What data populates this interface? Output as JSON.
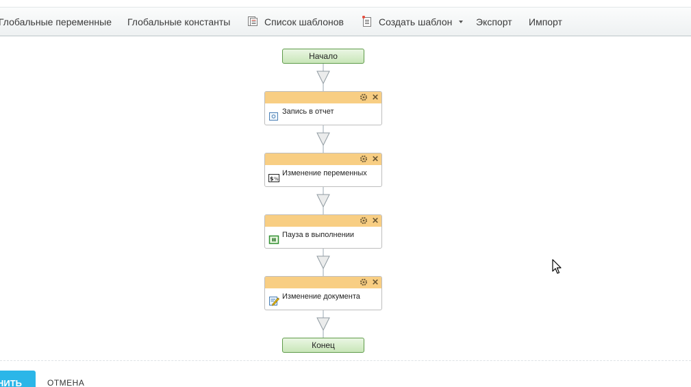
{
  "toolbar": {
    "items": [
      {
        "label": "Глобальные переменные"
      },
      {
        "label": "Глобальные константы"
      },
      {
        "label": "Список шаблонов",
        "icon": "template-list-icon"
      },
      {
        "label": "Создать шаблон",
        "icon": "create-template-icon",
        "dropdown": true
      },
      {
        "label": "Экспорт"
      },
      {
        "label": "Импорт"
      }
    ]
  },
  "flow": {
    "start_label": "Начало",
    "end_label": "Конец",
    "nodes": [
      {
        "label": "Запись в отчет",
        "icon": "report-write-icon"
      },
      {
        "label": "Изменение переменных",
        "icon": "variables-change-icon"
      },
      {
        "label": "Пауза в выполнении",
        "icon": "pause-icon"
      },
      {
        "label": "Изменение документа",
        "icon": "document-edit-icon"
      }
    ]
  },
  "footer": {
    "save_label": "НИТЬ",
    "cancel_label": "ОТМЕНА"
  },
  "colors": {
    "node_header": "#f8ce83",
    "terminal_fill": "#d6eccb",
    "terminal_border": "#5d9a48",
    "save_button": "#2bb6e8",
    "connector": "#9aa7b0"
  }
}
